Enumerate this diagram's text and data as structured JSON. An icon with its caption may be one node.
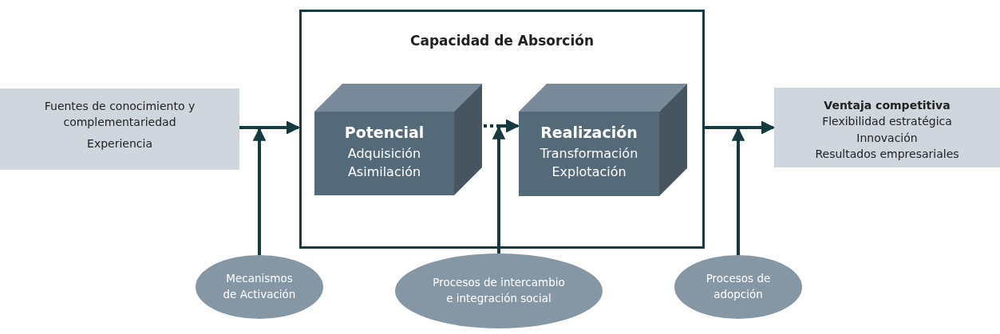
{
  "diagram": {
    "nodes": [
      {
        "text": [
          "Fuentes de conocimiento y complementariedad",
          "Experiencia"
        ]
      },
      {
        "text": [
          "Capacidad de Absorción"
        ]
      },
      {
        "text": [
          "Potencial",
          "Adquisición",
          "Asimilación"
        ],
        "in": 1
      },
      {
        "text": [
          "Realización",
          "Transformación",
          "Explotación"
        ],
        "in": 1
      },
      {
        "text": [
          "Ventaja competitiva",
          "Flexibilidad estratégica",
          "Innovación",
          "Resultados empresariales"
        ]
      },
      {
        "text": [
          "Mecanismos de Activación"
        ]
      },
      {
        "text": [
          "Procesos de intercambio e integración social"
        ]
      },
      {
        "text": [
          "Procesos de adopción"
        ]
      }
    ],
    "edges": [
      {
        "from": 0,
        "to": 1,
        "arrow": "to"
      },
      {
        "from": 2,
        "to": 3,
        "arrow": "to",
        "style": "dashed"
      },
      {
        "from": 1,
        "to": 4,
        "arrow": "to"
      },
      {
        "from": 5,
        "to": 1,
        "arrow": "to"
      },
      {
        "from": 6,
        "to": 3,
        "arrow": "to"
      },
      {
        "from": 7,
        "to": 4,
        "arrow": "to"
      }
    ]
  }
}
